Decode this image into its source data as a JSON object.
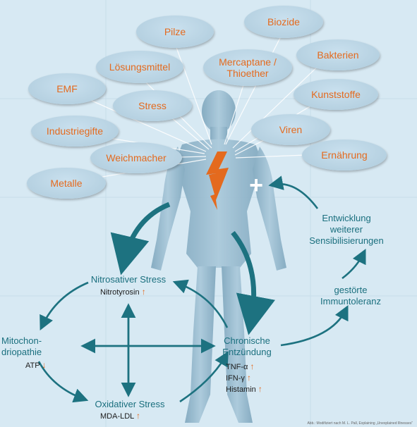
{
  "bubbles": {
    "pilze": "Pilze",
    "biozide": "Biozide",
    "loesungsmittel": "Lösungsmittel",
    "mercaptane_line1": "Mercaptane /",
    "mercaptane_line2": "Thioether",
    "bakterien": "Bakterien",
    "emf": "EMF",
    "stress": "Stress",
    "kunststoffe": "Kunststoffe",
    "industriegifte": "Industriegifte",
    "viren": "Viren",
    "weichmacher": "Weichmacher",
    "ernaehrung": "Ernährung",
    "metalle": "Metalle"
  },
  "cycle": {
    "nitrosativ": "Nitrosativer Stress",
    "nitrotyrosin": "Nitrotyrosin",
    "mito_line1": "Mitochon-",
    "mito_line2": "driopathie",
    "atp": "ATP",
    "oxidativ": "Oxidativer Stress",
    "mda": "MDA-LDL",
    "chronisch_line1": "Chronische",
    "chronisch_line2": "Entzündung",
    "tnf": "TNF-α",
    "ifn": "IFN-γ",
    "histamin": "Histamin",
    "immun_line1": "gestörte",
    "immun_line2": "Immuntoleranz",
    "sens_line1": "Entwicklung",
    "sens_line2": "weiterer",
    "sens_line3": "Sensibilisierungen",
    "plus": "+"
  },
  "credit": "Abb.: Modifiziert nach M. L. Pall, Explaining „Unexplained Illnesses“",
  "colors": {
    "accent": "#e46a1e",
    "teal": "#1a6f7e",
    "arrow": "#1d7280",
    "background": "#d7e9f3"
  }
}
